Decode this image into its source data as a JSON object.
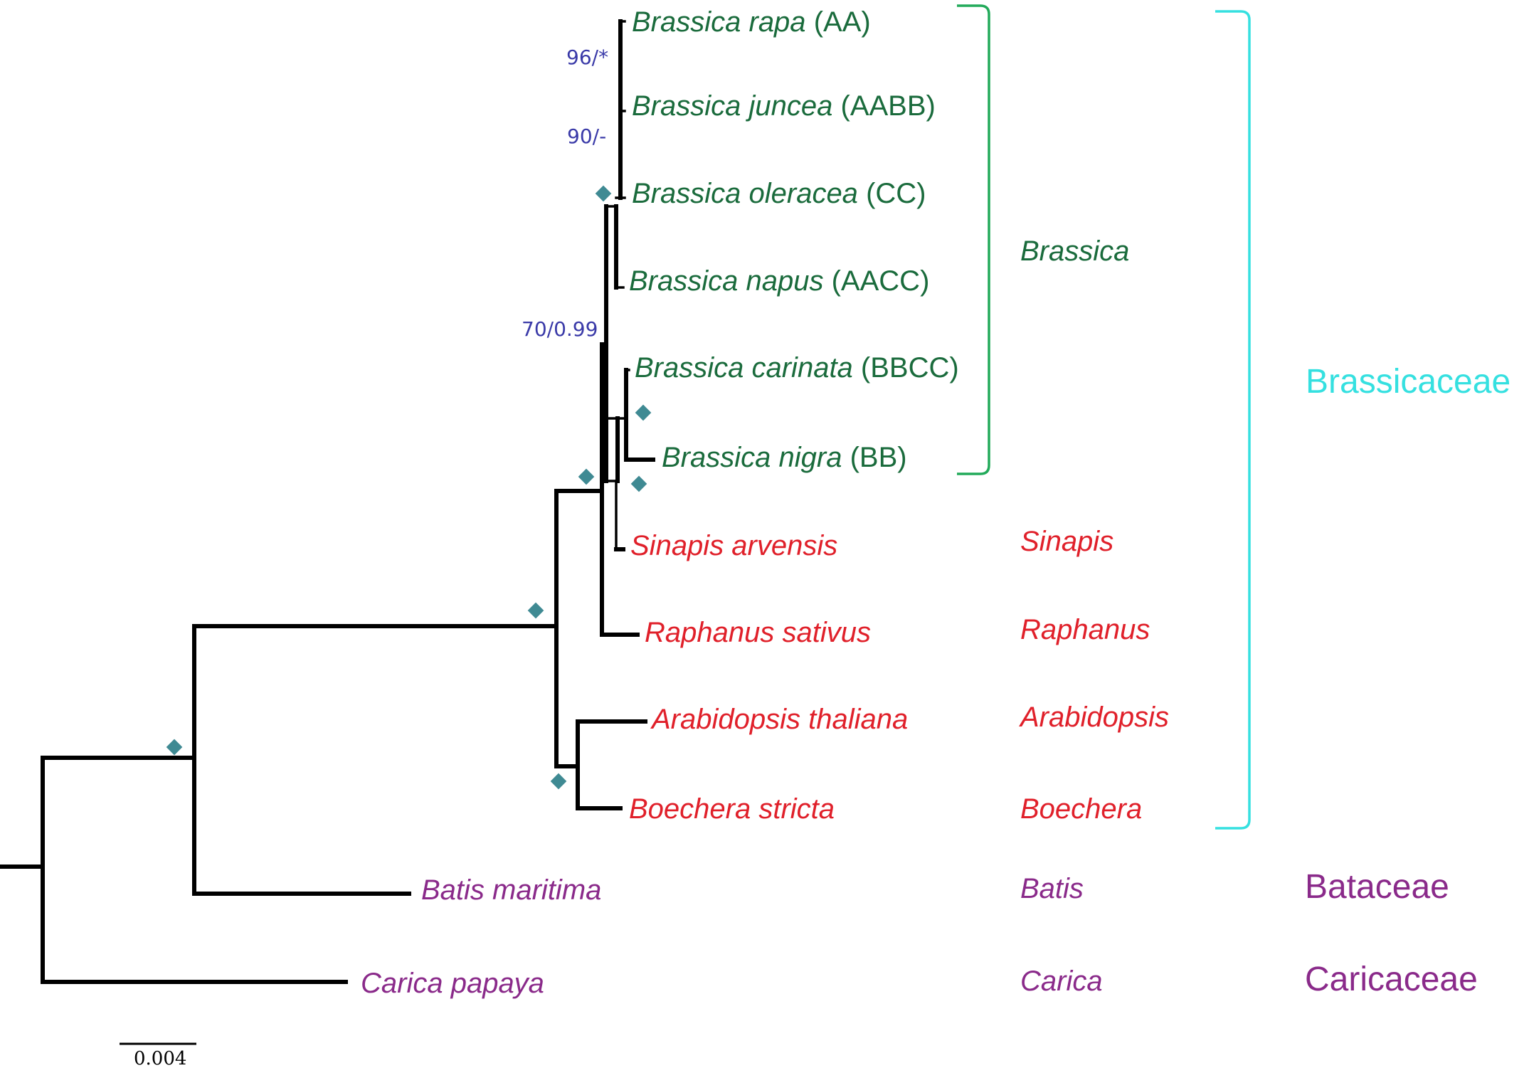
{
  "taxa": {
    "brassica_rapa": {
      "species": "Brassica rapa",
      "genome": "(AA)"
    },
    "brassica_juncea": {
      "species": "Brassica juncea",
      "genome": "(AABB)"
    },
    "brassica_oleracea": {
      "species": "Brassica oleracea",
      "genome": "(CC)"
    },
    "brassica_napus": {
      "species": "Brassica napus",
      "genome": "(AACC)"
    },
    "brassica_carinata": {
      "species": "Brassica carinata",
      "genome": "(BBCC)"
    },
    "brassica_nigra": {
      "species": "Brassica nigra",
      "genome": "(BB)"
    },
    "sinapis_arvensis": {
      "species": "Sinapis arvensis"
    },
    "raphanus_sativus": {
      "species": "Raphanus sativus"
    },
    "arabidopsis_thaliana": {
      "species": "Arabidopsis thaliana"
    },
    "boechera_stricta": {
      "species": "Boechera stricta"
    },
    "batis_maritima": {
      "species": "Batis maritima"
    },
    "carica_papaya": {
      "species": "Carica papaya"
    }
  },
  "genera": {
    "brassica": "Brassica",
    "sinapis": "Sinapis",
    "raphanus": "Raphanus",
    "arabidopsis": "Arabidopsis",
    "boechera": "Boechera",
    "batis": "Batis",
    "carica": "Carica"
  },
  "families": {
    "brassicaceae": "Brassicaceae",
    "bataceae": "Bataceae",
    "caricaceae": "Caricaceae"
  },
  "support_values": {
    "rapa_juncea": "96/*",
    "juncea_oleracea": "90/-",
    "brassica_core": "70/0.99"
  },
  "scale_bar": {
    "label": "0.004"
  },
  "colors": {
    "brassica_green": "#1a6b3c",
    "red_taxa": "#e0202a",
    "purple_taxa": "#8a2a8a",
    "support_blue": "#3a3aa8",
    "node_diamond": "#3f8a93",
    "brassica_bracket": "#22aa5a",
    "brassicaceae_bracket": "#35e0e0"
  },
  "legend": {
    "diamond_icon": "node-support-diamond"
  }
}
